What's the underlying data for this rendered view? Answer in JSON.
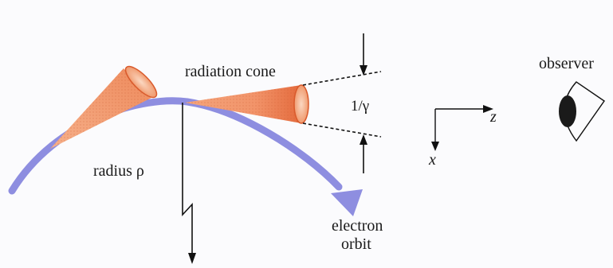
{
  "labels": {
    "radiation_cone": "radiation cone",
    "one_over_gamma": "1/γ",
    "observer": "observer",
    "radius": "radius ρ",
    "electron_line1": "electron",
    "electron_line2": "orbit",
    "axis_z": "z",
    "axis_x": "x"
  },
  "colors": {
    "orbit": "#8e8ee0",
    "cone_dark": "#e2683a",
    "cone_light": "#f6bd9e",
    "line": "#111111",
    "pupil": "#1a1a1a"
  }
}
